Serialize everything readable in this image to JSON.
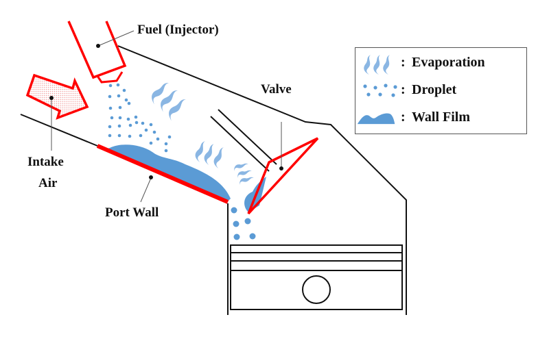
{
  "labels": {
    "fuel_injector": "Fuel (Injector)",
    "valve": "Valve",
    "intake_air_line1": "Intake",
    "intake_air_line2": "Air",
    "port_wall": "Port Wall"
  },
  "legend": {
    "items": [
      {
        "icon": "evaporation-icon",
        "colon": ":",
        "label": "Evaporation"
      },
      {
        "icon": "droplet-icon",
        "colon": ":",
        "label": "Droplet"
      },
      {
        "icon": "wall-film-icon",
        "colon": ":",
        "label": "Wall Film"
      }
    ]
  },
  "colors": {
    "component_outline": "#ff0000",
    "fuel": "#5b9bd5",
    "fuel_light": "#8ab6e3",
    "line": "#111111"
  }
}
